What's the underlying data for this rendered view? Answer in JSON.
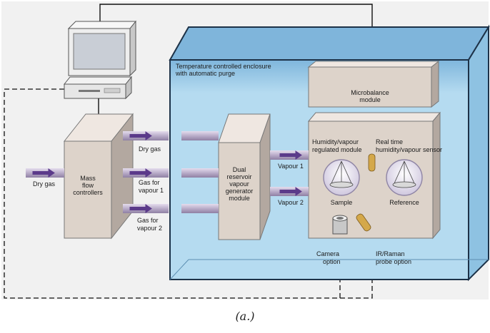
{
  "labels": {
    "enclosure_line1": "Temperature controlled enclosure",
    "enclosure_line2": "with automatic purge",
    "microbalance_line1": "Microbalance",
    "microbalance_line2": "module",
    "humidity_module_line1": "Humidity/vapour",
    "humidity_module_line2": "regulated module",
    "sensor_line1": "Real time",
    "sensor_line2": "humidity/vapour sensor",
    "sample": "Sample",
    "reference": "Reference",
    "camera_line1": "Camera",
    "camera_line2": "option",
    "probe_line1": "IR/Raman",
    "probe_line2": "probe option",
    "mfc_line1": "Mass",
    "mfc_line2": "flow",
    "mfc_line3": "controllers",
    "dry_gas_in": "Dry gas",
    "dry_gas_out": "Dry gas",
    "gas_v1_line1": "Gas for",
    "gas_v1_line2": "vapour 1",
    "gas_v2_line1": "Gas for",
    "gas_v2_line2": "vapour 2",
    "dual_line1": "Dual",
    "dual_line2": "reservoir",
    "dual_line3": "vapour",
    "dual_line4": "generator",
    "dual_line5": "module",
    "vapour1": "Vapour 1",
    "vapour2": "Vapour 2"
  },
  "caption": "(a.)",
  "colors": {
    "enclosure_blue": "#a7d3ec",
    "enclosure_edge": "#2a3f55",
    "box_front": "#e0d6cd",
    "box_side": "#b7aca3",
    "box_top": "#f0e9e3",
    "arrow": "#5b3a8a",
    "pipe": "#c3b7d4"
  }
}
